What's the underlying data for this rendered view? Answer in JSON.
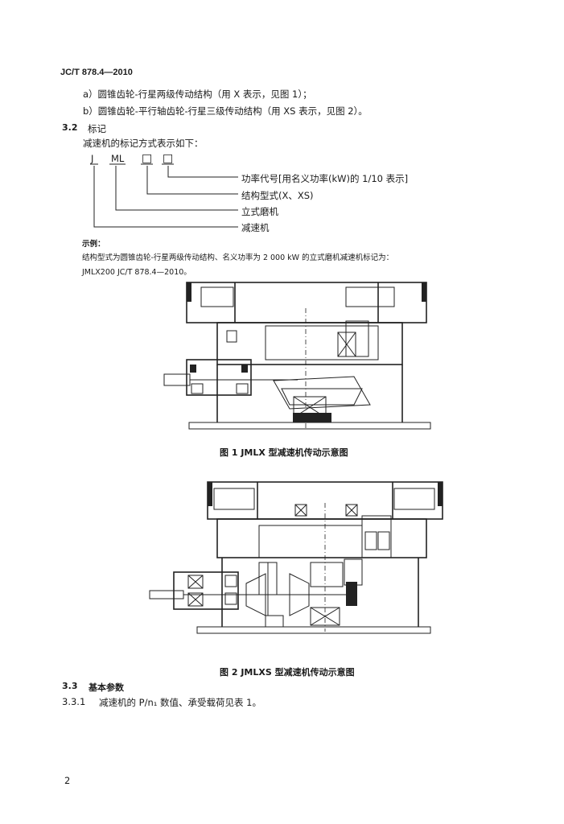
{
  "header": {
    "standard_no": "JC/T 878.4—2010"
  },
  "list": {
    "a": "a）圆锥齿轮-行星两级传动结构（用 X 表示，见图 1）；",
    "b": "b）圆锥齿轮-平行轴齿轮-行星三级传动结构（用 XS 表示，见图 2）。"
  },
  "sec32": {
    "number": "3.2",
    "title": "标记"
  },
  "marking": {
    "intro": "减速机的标记方式表示如下：",
    "code_j": "J",
    "code_ml": "ML",
    "box1": "□",
    "box2": "□",
    "labels": [
      "功率代号[用名义功率(kW)的 1/10 表示]",
      "结构型式(X、XS)",
      "立式磨机",
      "减速机"
    ]
  },
  "example": {
    "label": "示例：",
    "line1": "结构型式为圆锥齿轮-行星两级传动结构、名义功率为 2 000 kW 的立式磨机减速机标记为：",
    "line2": "JMLX200    JC/T 878.4—2010。"
  },
  "figure1": {
    "caption": "图 1    JMLX 型减速机传动示意图"
  },
  "figure2": {
    "caption": "图 2    JMLXS 型减速机传动示意图"
  },
  "sec33": {
    "number": "3.3",
    "title": "基本参数"
  },
  "sec331": {
    "number": "3.3.1",
    "text": "减速机的 P/n₁ 数值、承受载荷见表 1。"
  },
  "footer": {
    "page_number": "2"
  }
}
